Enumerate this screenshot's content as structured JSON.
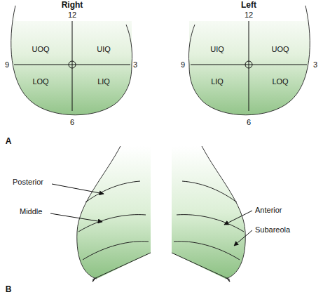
{
  "diagram": {
    "labels": [
      "Right",
      "12",
      "9",
      "3",
      "UOQ",
      "UIQ",
      "LOQ",
      "LIQ",
      "6",
      "Left",
      "12",
      "9",
      "3",
      "UIQ",
      "UOQ",
      "LIQ",
      "LOQ",
      "6",
      "A",
      "Posterior",
      "Middle",
      "Anterior",
      "Subareola",
      "B"
    ]
  }
}
